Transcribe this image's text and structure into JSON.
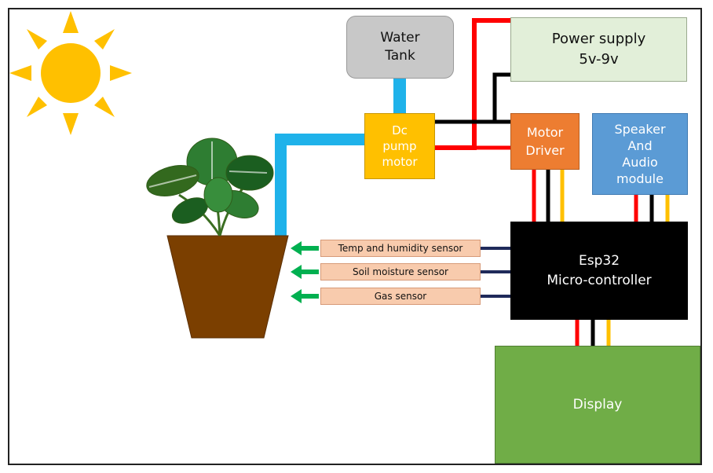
{
  "diagram": {
    "water_tank": "Water\nTank",
    "power_supply": "Power supply\n5v-9v",
    "pump": "Dc\npump\nmotor",
    "motor_driver": "Motor\nDriver",
    "speaker": "Speaker\nAnd\nAudio\nmodule",
    "esp32": "Esp32\nMicro-controller",
    "display": "Display",
    "sensors": {
      "temp": "Temp and humidity sensor",
      "soil": "Soil moisture sensor",
      "gas": "Gas sensor"
    }
  },
  "colors": {
    "water_pipe": "#1fb2ea",
    "wire_red": "#ff0000",
    "wire_black": "#000000",
    "wire_yellow": "#ffc000",
    "wire_navy": "#1f2a5a",
    "arrow_green": "#00b050",
    "sun": "#ffc000",
    "pot": "#7b3f00"
  },
  "icons": [
    "sun-icon",
    "plant-icon",
    "plant-pot-icon",
    "arrow-left-icon"
  ]
}
